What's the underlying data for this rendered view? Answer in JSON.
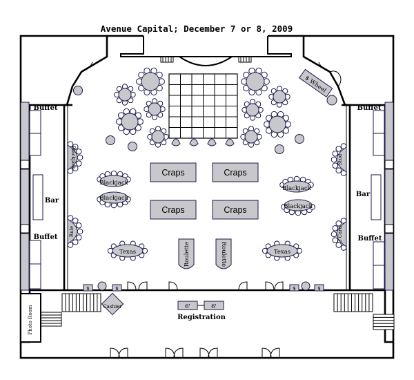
{
  "title": "Avenue Capital; December 7 or 8, 2009",
  "areas": {
    "buffet_top_left": "Buffet",
    "buffet_bottom_left": "Buffet",
    "bar_left": "Bar",
    "buffet_top_right": "Buffet",
    "buffet_bottom_right": "Buffet",
    "bar_right": "Bar",
    "registration": "Registration",
    "photo_room": "Photo Room",
    "cashier": "Cashier"
  },
  "games": {
    "craps": [
      "Craps",
      "Craps",
      "Craps",
      "Craps"
    ],
    "blackjack_left": [
      "Blackjack",
      "Blackjack"
    ],
    "blackjack_right": [
      "Blackjack",
      "Blackjack"
    ],
    "blackjack_side": "Blackjack",
    "rule": "Rule",
    "texas_left": "Texas",
    "texas_right": "Texas",
    "roulette": [
      "Roulette",
      "Roulette"
    ],
    "stud": "Stud",
    "three_card": "3 Card",
    "wheel": "$ Wheel",
    "dollar_signs": [
      "$",
      "$",
      "$",
      "$"
    ]
  },
  "registration_tables": [
    "6'",
    "6'"
  ],
  "colors": {
    "table_fill": "#c8c8cc",
    "outline": "#1a1a4a",
    "wall": "#000000"
  }
}
